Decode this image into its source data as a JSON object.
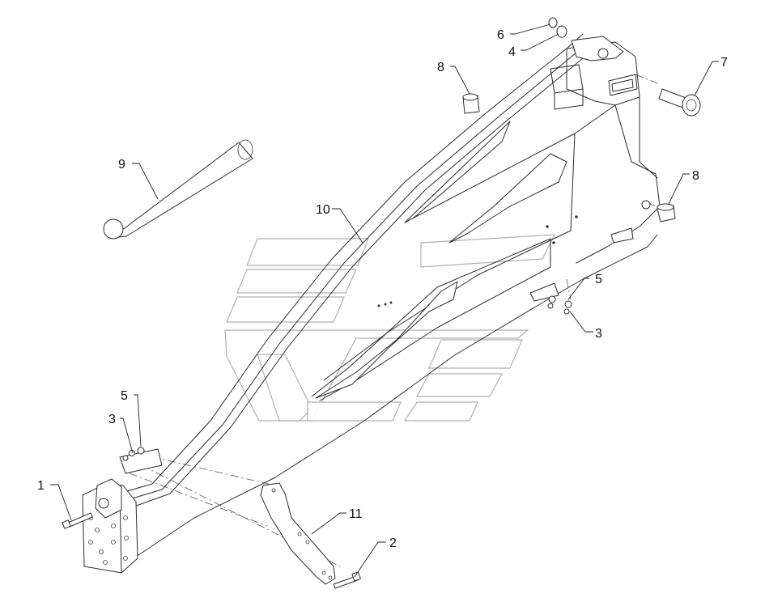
{
  "callouts": [
    {
      "id": "c1",
      "label": "1"
    },
    {
      "id": "c2",
      "label": "2"
    },
    {
      "id": "c3a",
      "label": "3"
    },
    {
      "id": "c3b",
      "label": "3"
    },
    {
      "id": "c4",
      "label": "4"
    },
    {
      "id": "c5a",
      "label": "5"
    },
    {
      "id": "c5b",
      "label": "5"
    },
    {
      "id": "c6",
      "label": "6"
    },
    {
      "id": "c7",
      "label": "7"
    },
    {
      "id": "c8a",
      "label": "8"
    },
    {
      "id": "c8b",
      "label": "8"
    },
    {
      "id": "c9",
      "label": "9"
    },
    {
      "id": "c10",
      "label": "10"
    },
    {
      "id": "c11",
      "label": "11"
    }
  ],
  "colors": {
    "line": "#2b2b2b",
    "watermark": "#a8a8a8",
    "background": "#ffffff"
  }
}
